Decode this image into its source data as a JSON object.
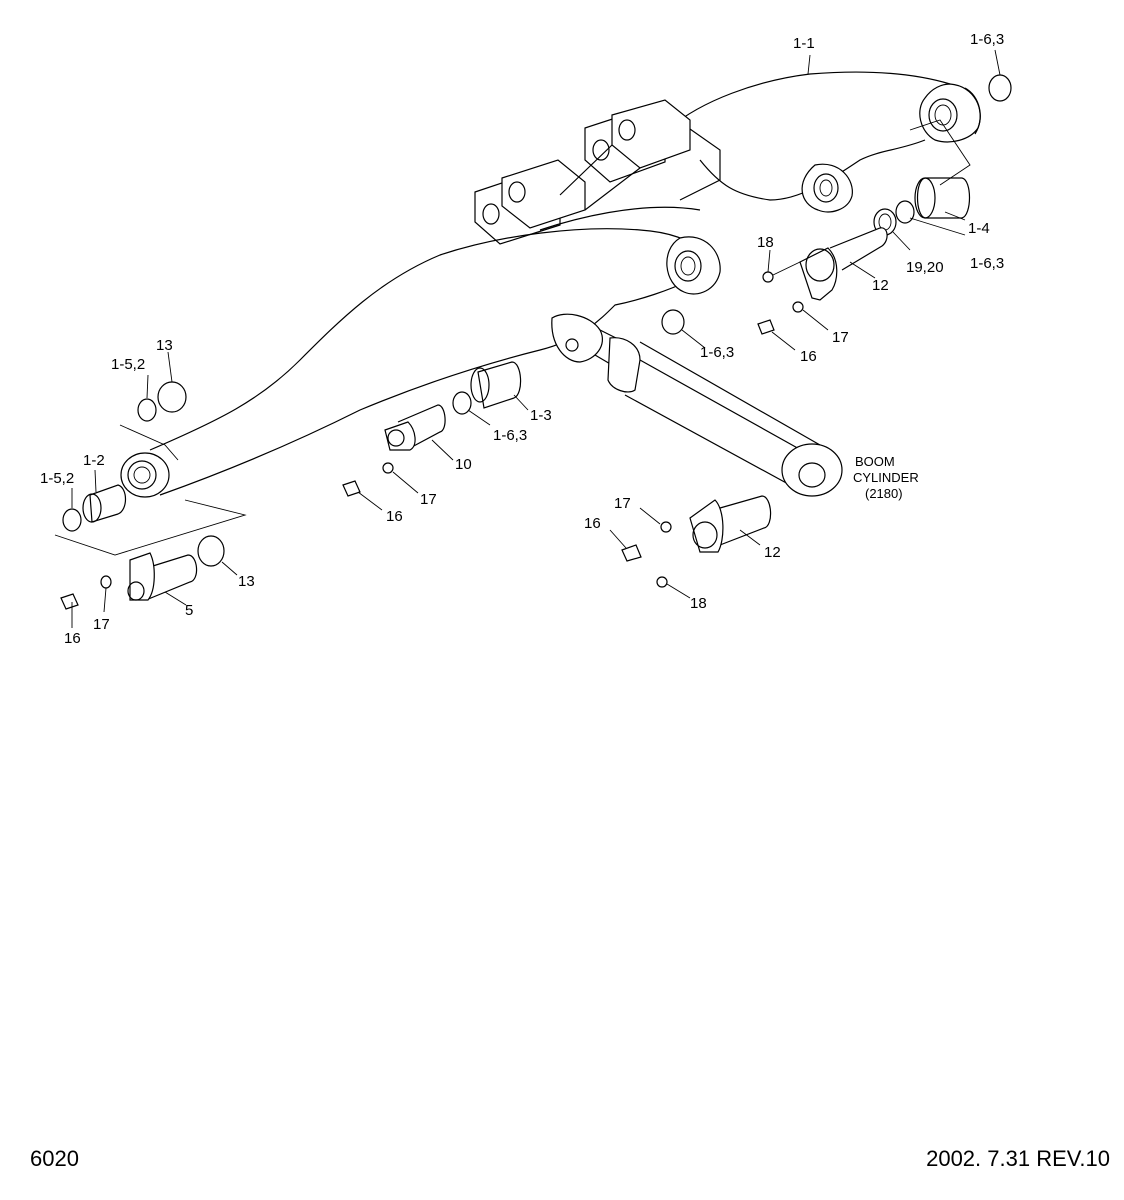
{
  "page_number": "6020",
  "revision": "2002. 7.31  REV.10",
  "callouts": {
    "boom": "1-1",
    "seal_top_right": "1-6,3",
    "bushing_right": "1-4",
    "seal_right_lower": "1-6,3",
    "shim_right": "19,20",
    "pin_upper_right": "12",
    "fitting_upper_right": "18",
    "washer_upper_right": "17",
    "bolt_upper_right": "16",
    "seal_center": "1-6,3",
    "bushing_center": "1-3",
    "seal_center_lower": "1-6,3",
    "pin_center": "10",
    "washer_center": "17",
    "bolt_center": "16",
    "seal_left_upper": "1-5,2",
    "oring_left_upper": "13",
    "seal_left_lower": "1-5,2",
    "bushing_left": "1-2",
    "pin_left": "5",
    "oring_left_lower": "13",
    "washer_left": "17",
    "bolt_left": "16",
    "washer_lower_right": "17",
    "bolt_lower_right": "16",
    "pin_lower_right": "12",
    "fitting_lower_right": "18"
  },
  "cylinder_note": {
    "line1": "BOOM",
    "line2": "CYLINDER",
    "line3": "(2180)"
  }
}
